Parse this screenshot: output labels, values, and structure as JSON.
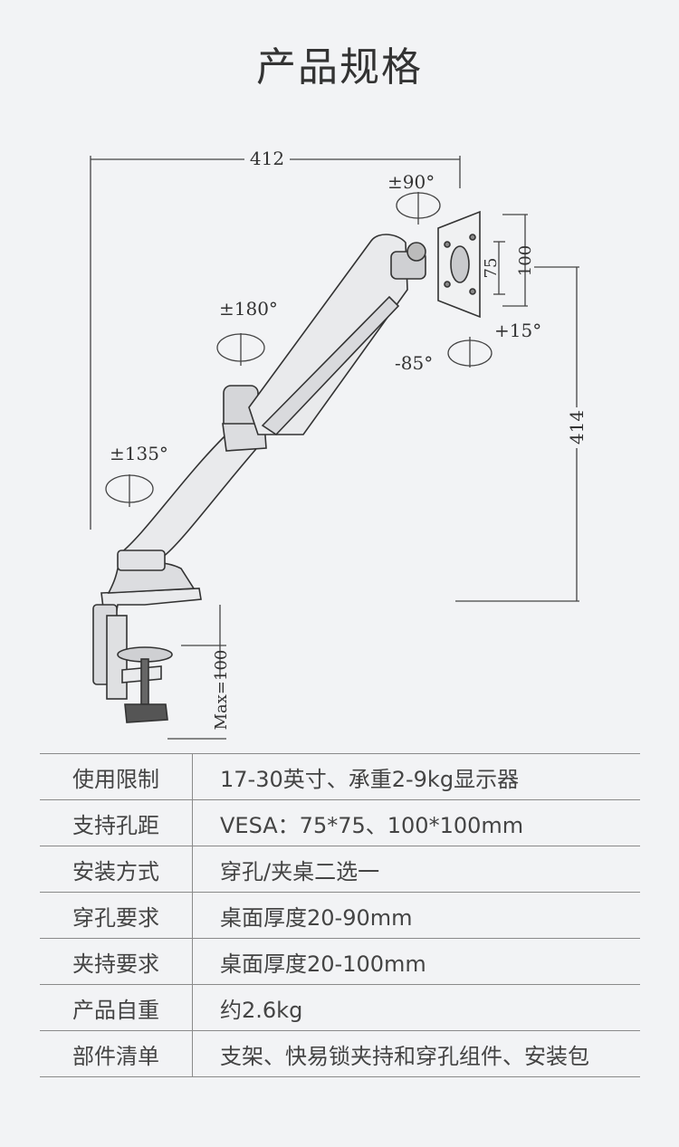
{
  "page_title": "产品规格",
  "diagram": {
    "width_dim": "412",
    "height_dim": "414",
    "vesa_small": "75",
    "vesa_large": "100",
    "clamp_max": "Max=100",
    "rot_top": "±90°",
    "rot_mid": "±180°",
    "rot_low": "±135°",
    "tilt_up": "+15°",
    "tilt_down": "-85°"
  },
  "specs": [
    {
      "label": "使用限制",
      "value": "17-30英寸、承重2-9kg显示器"
    },
    {
      "label": "支持孔距",
      "value": "VESA：75*75、100*100mm"
    },
    {
      "label": "安装方式",
      "value": "穿孔/夹桌二选一"
    },
    {
      "label": "穿孔要求",
      "value": "桌面厚度20-90mm"
    },
    {
      "label": "夹持要求",
      "value": "桌面厚度20-100mm"
    },
    {
      "label": "产品自重",
      "value": "约2.6kg"
    },
    {
      "label": "部件清单",
      "value": "支架、快易锁夹持和穿孔组件、安装包"
    }
  ]
}
